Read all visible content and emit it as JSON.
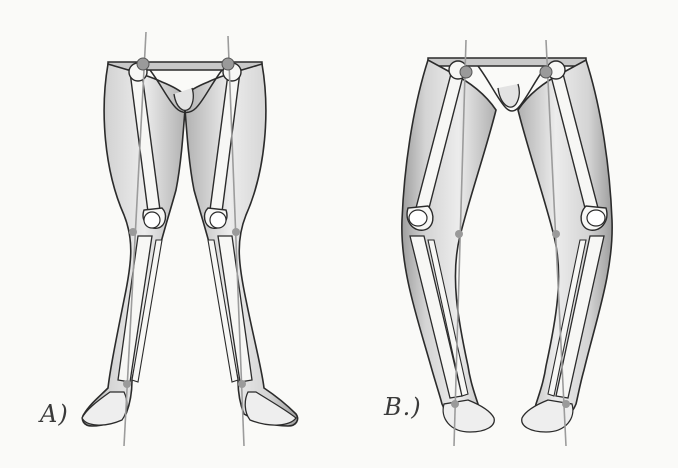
{
  "panels": [
    {
      "id": "A",
      "label": "A)"
    },
    {
      "id": "B",
      "label": "B.)"
    }
  ],
  "colors": {
    "ink": "#2b2b2b",
    "skin_shade": "#bdbdbd",
    "bone_fill": "#f7f7f5",
    "joint_marker": "#9a9a9a",
    "axis_line": "#9c9c9c",
    "background": "#fafaf8"
  }
}
